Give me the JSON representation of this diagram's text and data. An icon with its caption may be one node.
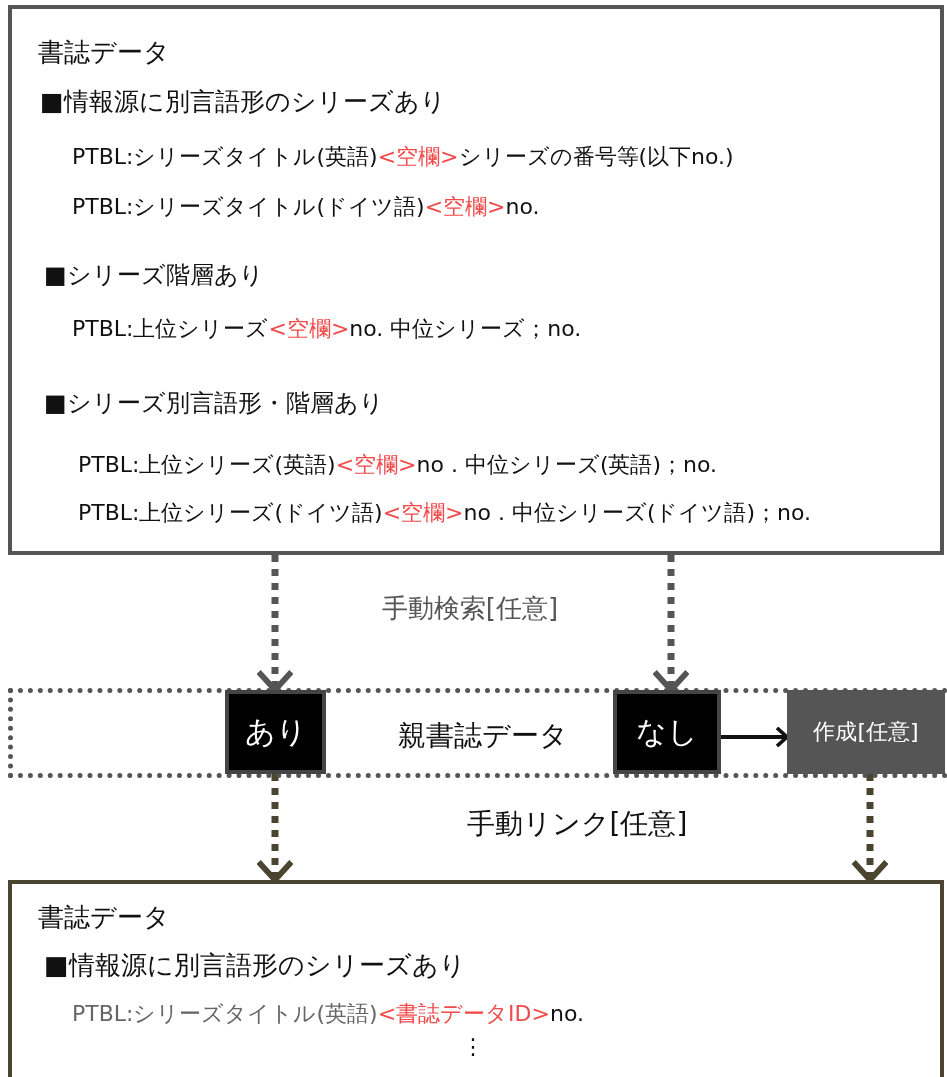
{
  "diagram": {
    "nodes": [
      {
        "text": [
          "書誌データ",
          "■情報源に別言語形のシリーズあり",
          "PTBL:シリーズタイトル(英語)",
          "<空欄>",
          "シリーズの番号等(以下no.)",
          "PTBL:シリーズタイトル(ドイツ語)",
          "<空欄>",
          "no.",
          "■シリーズ階層あり",
          "PTBL:上位シリーズ",
          "<空欄>",
          "no. 中位シリーズ；no.",
          "■シリーズ別言語形・階層あり",
          "PTBL:上位シリーズ(英語)",
          "<空欄>",
          "no . 中位シリーズ(英語)；no.",
          "PTBL:上位シリーズ(ドイツ語)",
          "<空欄>",
          "no . 中位シリーズ(ドイツ語)；no."
        ]
      },
      {
        "text": [
          "親書誌データ"
        ]
      },
      {
        "text": [
          "あり"
        ],
        "in": 1
      },
      {
        "text": [
          "なし"
        ],
        "in": 1
      },
      {
        "text": [
          "作成[任意]"
        ],
        "in": 1
      },
      {
        "text": [
          "書誌データ",
          "■情報源に別言語形のシリーズあり",
          "PTBL:シリーズタイトル(英語)",
          "<書誌データID>",
          "no.",
          "⋮"
        ]
      }
    ],
    "edges": [
      {
        "from": 0,
        "to": 2,
        "arrow": "to",
        "style": "dashed"
      },
      {
        "from": 0,
        "to": 3,
        "arrow": "to",
        "style": "dashed"
      },
      {
        "from": 3,
        "to": 4,
        "arrow": "to"
      },
      {
        "from": 2,
        "to": 5,
        "arrow": "to",
        "style": "dashed",
        "color": "#4a4430"
      },
      {
        "from": 4,
        "to": 5,
        "arrow": "to",
        "style": "dashed",
        "color": "#4a4430"
      }
    ],
    "labels": [
      "手動検索[任意]",
      "手動リンク[任意]"
    ]
  }
}
